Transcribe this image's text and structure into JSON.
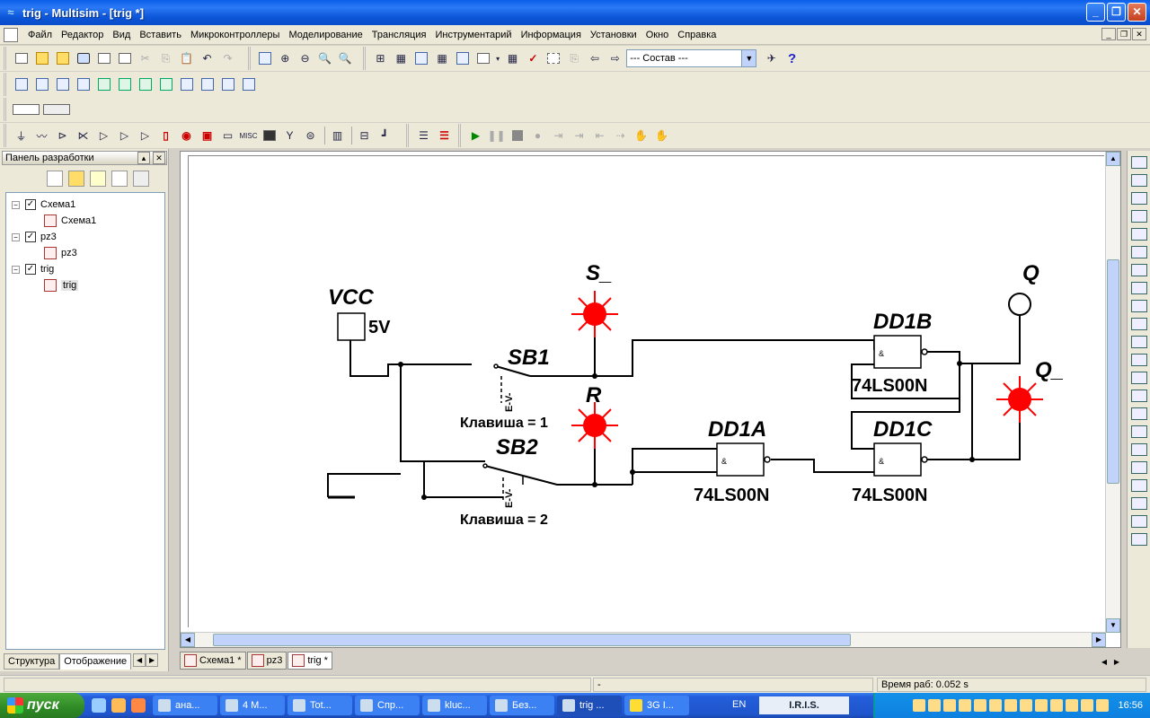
{
  "window": {
    "title": "trig - Multisim - [trig *]"
  },
  "menu": [
    "Файл",
    "Редактор",
    "Вид",
    "Вставить",
    "Микроконтроллеры",
    "Моделирование",
    "Трансляция",
    "Инструментарий",
    "Информация",
    "Установки",
    "Окно",
    "Справка"
  ],
  "toolbar": {
    "variant_combo": "--- Состав ---"
  },
  "panel": {
    "title": "Панель разработки",
    "tree": [
      {
        "label": "Схема1",
        "child": "Схема1"
      },
      {
        "label": "pz3",
        "child": "pz3"
      },
      {
        "label": "trig",
        "child": "trig"
      }
    ],
    "tabs": [
      "Структура",
      "Отображение"
    ]
  },
  "schematic": {
    "vcc_label": "VCC",
    "vcc_value": "5V",
    "sb1": "SB1",
    "sb1_key": "Клавиша = 1",
    "sb1_tag": "E-V-",
    "sb2": "SB2",
    "sb2_key": "Клавиша = 2",
    "sb2_tag": "E-V-",
    "s_label": "S_",
    "r_label": "R",
    "q_label": "Q",
    "qn_label": "Q_",
    "gates": [
      {
        "ref": "DD1A",
        "part": "74LS00N",
        "sym": "&"
      },
      {
        "ref": "DD1B",
        "part": "74LS00N",
        "sym": "&"
      },
      {
        "ref": "DD1C",
        "part": "74LS00N",
        "sym": "&"
      }
    ],
    "colors": {
      "probe": "#ff0000",
      "wire": "#000000"
    }
  },
  "doc_tabs": [
    "Схема1 *",
    "pz3",
    "trig *"
  ],
  "status": {
    "left": "-",
    "sim_time": "Время раб: 0.052 s"
  },
  "taskbar": {
    "start": "пуск",
    "tasks": [
      "ана...",
      "4 M...",
      "Tot...",
      "Спр...",
      "kluc...",
      "Без...",
      "trig ...",
      "3G I..."
    ],
    "lang": "EN",
    "iris": "I.R.I.S.",
    "clock": "16:56"
  }
}
